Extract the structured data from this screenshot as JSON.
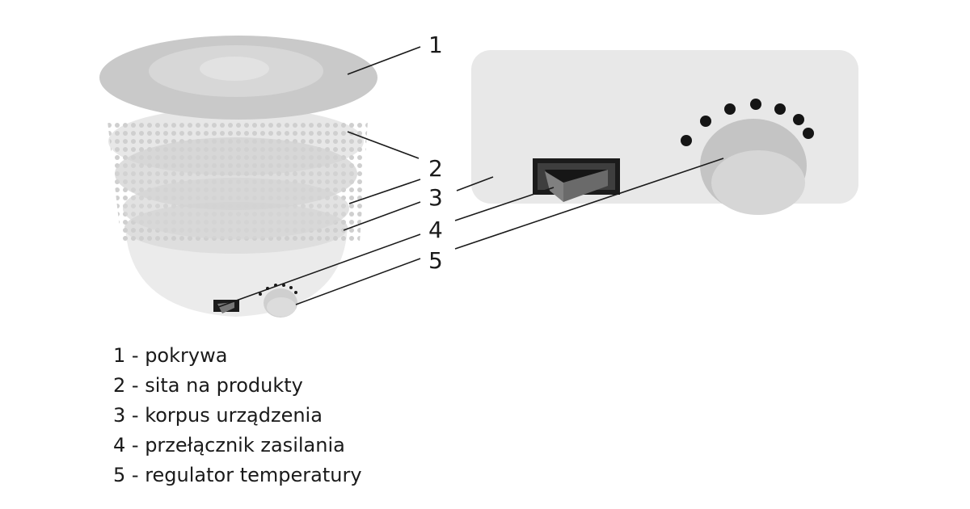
{
  "callouts": [
    "1",
    "2",
    "3",
    "4",
    "5"
  ],
  "legend": [
    "1 - pokrywa",
    "2 - sita na produkty",
    "3 - korpus urządzenia",
    "4 - przełącznik zasilania",
    "5 - regulator temperatury"
  ],
  "colors": {
    "lid": "#c9c9c9",
    "panel": "#e8e8e8",
    "switch": "#1b1b1b",
    "knob": "#c6c6c6",
    "line": "#1a1a1a"
  }
}
